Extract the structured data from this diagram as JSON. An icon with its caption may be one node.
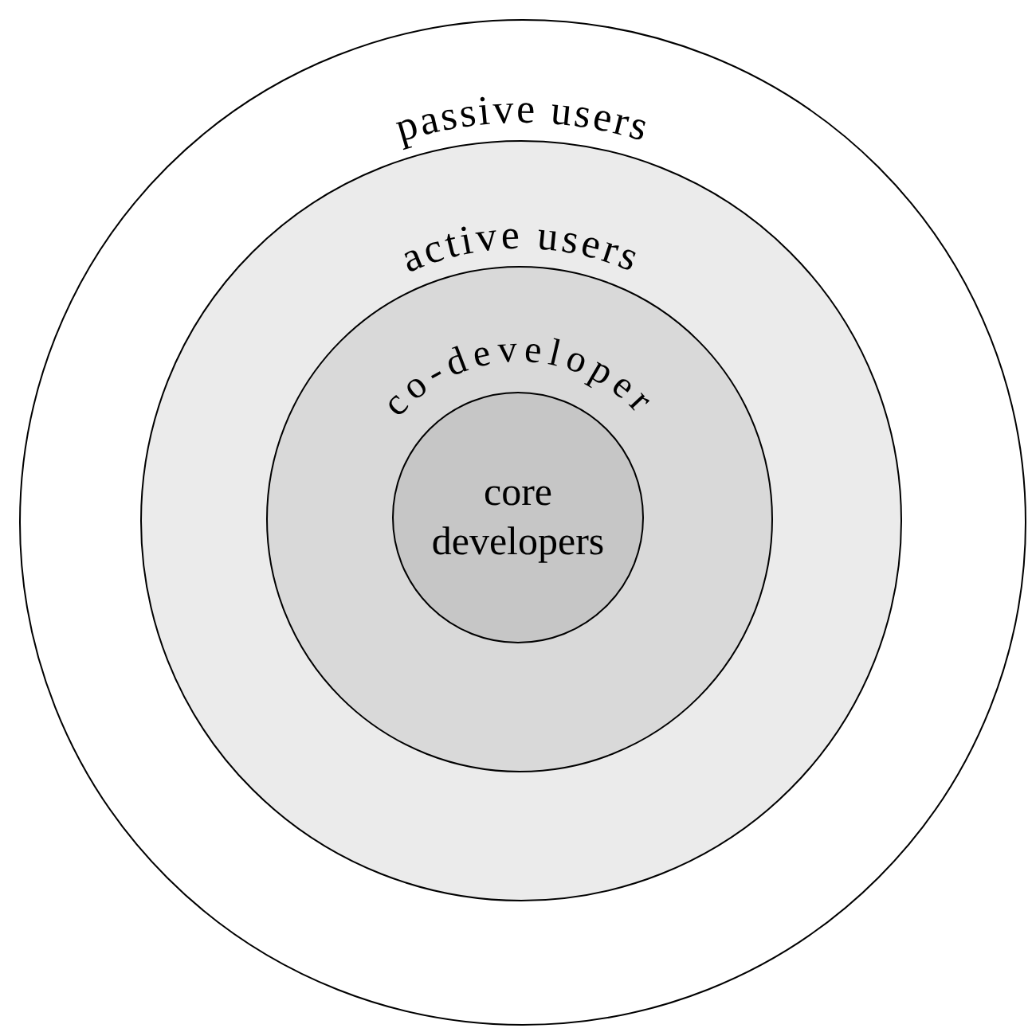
{
  "diagram": {
    "nodes": [
      {
        "text": [
          "passive users"
        ]
      },
      {
        "text": [
          "active users"
        ],
        "in": 0
      },
      {
        "text": [
          "co-developer"
        ],
        "in": 1
      },
      {
        "text": [
          "core developers"
        ],
        "in": 2
      }
    ]
  }
}
